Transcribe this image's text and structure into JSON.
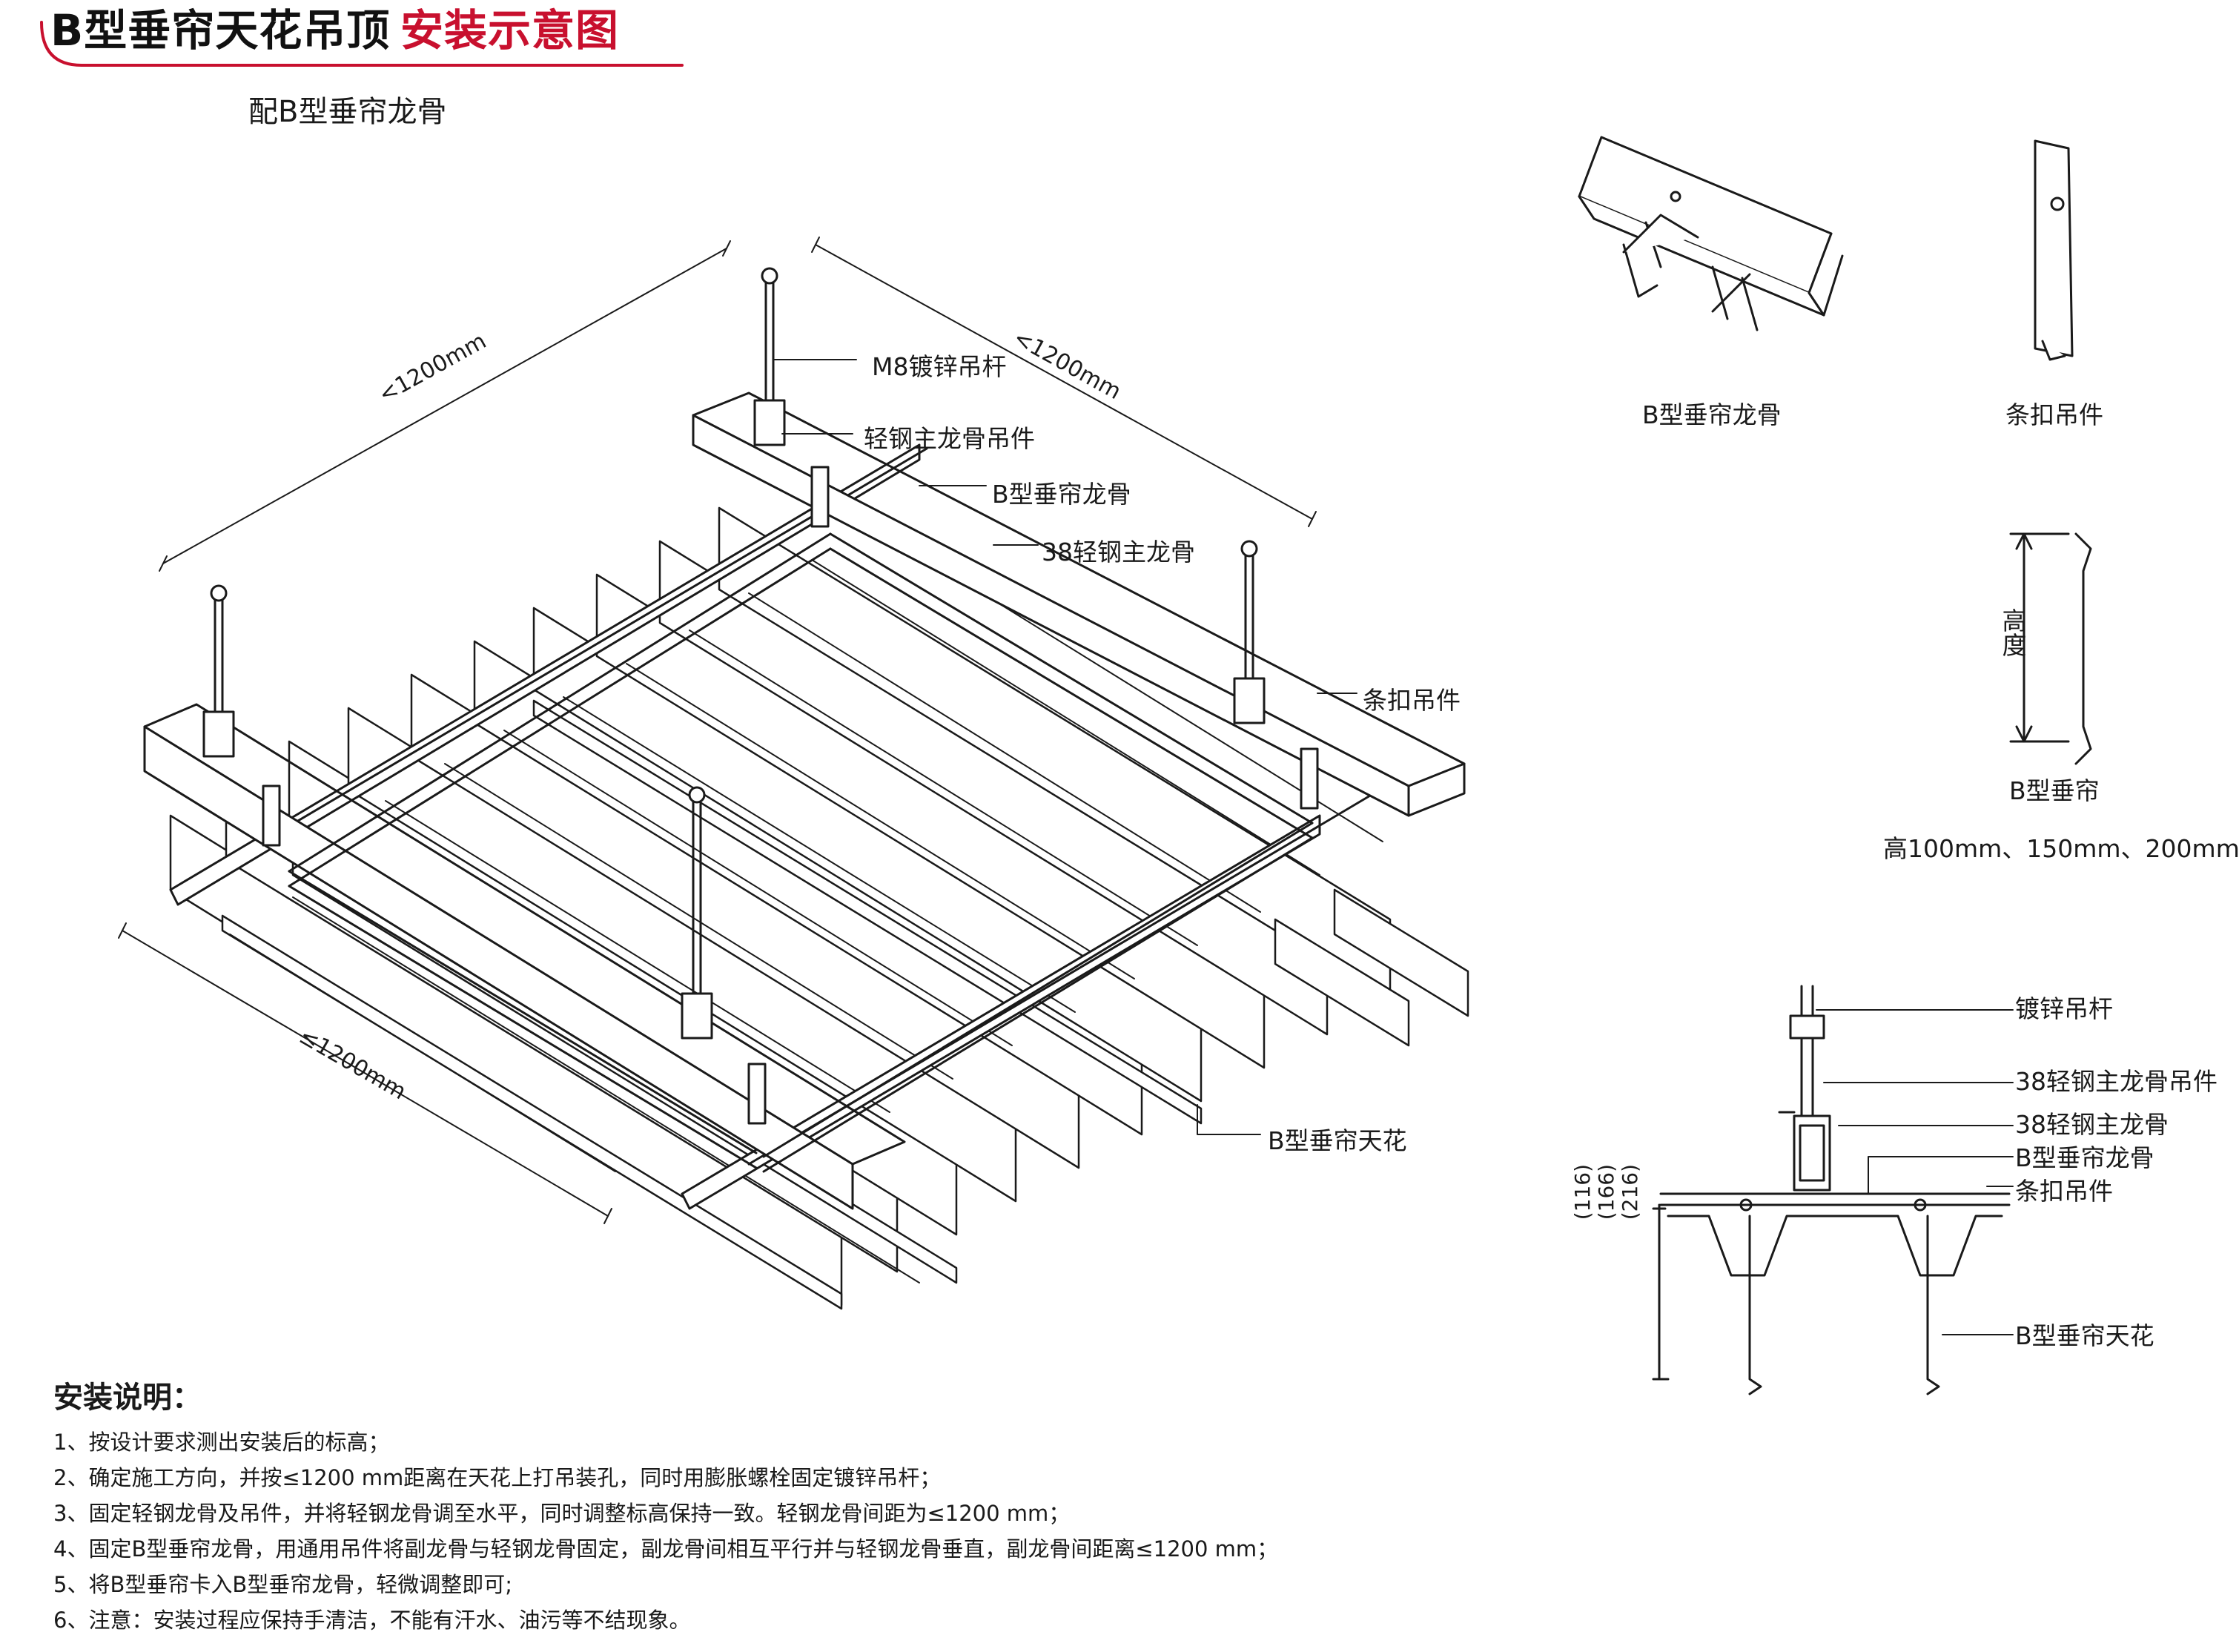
{
  "header": {
    "title_main": "B型垂帘天花吊顶",
    "title_accent": "安装示意图",
    "subtitle": "配B型垂帘龙骨"
  },
  "main_labels": {
    "rod": "M8镀锌吊杆",
    "hanger": "轻钢主龙骨吊件",
    "b_keel": "B型垂帘龙骨",
    "main_keel": "38轻钢主龙骨",
    "clip": "条扣吊件",
    "ceiling": "B型垂帘天花"
  },
  "dimensions": {
    "top_left": "<1200mm",
    "top_right": "<1200mm",
    "bottom": "≤1200mm"
  },
  "components": {
    "keel": "B型垂帘龙骨",
    "clip": "条扣吊件",
    "panel": "B型垂帘",
    "height_word": "高度",
    "heights": "高100mm、150mm、200mm"
  },
  "section": {
    "rod": "镀锌吊杆",
    "hanger": "38轻钢主龙骨吊件",
    "main_keel": "38轻钢主龙骨",
    "b_keel": "B型垂帘龙骨",
    "clip": "条扣吊件",
    "ceiling": "B型垂帘天花",
    "dims": [
      "(116)",
      "(166)",
      "(216)"
    ]
  },
  "notes": {
    "heading": "安装说明：",
    "items": [
      "1、按设计要求测出安装后的标高；",
      "2、确定施工方向，并按≤1200 mm距离在天花上打吊装孔，同时用膨胀螺栓固定镀锌吊杆；",
      "3、固定轻钢龙骨及吊件，并将轻钢龙骨调至水平，同时调整标高保持一致。轻钢龙骨间距为≤1200 mm；",
      "4、固定B型垂帘龙骨，用通用吊件将副龙骨与轻钢龙骨固定，副龙骨间相互平行并与轻钢龙骨垂直，副龙骨间距离≤1200 mm；",
      "5、将B型垂帘卡入B型垂帘龙骨，轻微调整即可;",
      "6、注意：安装过程应保持手清洁，不能有汗水、油污等不结现象。"
    ]
  },
  "colors": {
    "accent": "#c8102e",
    "line": "#1a1a1a"
  }
}
